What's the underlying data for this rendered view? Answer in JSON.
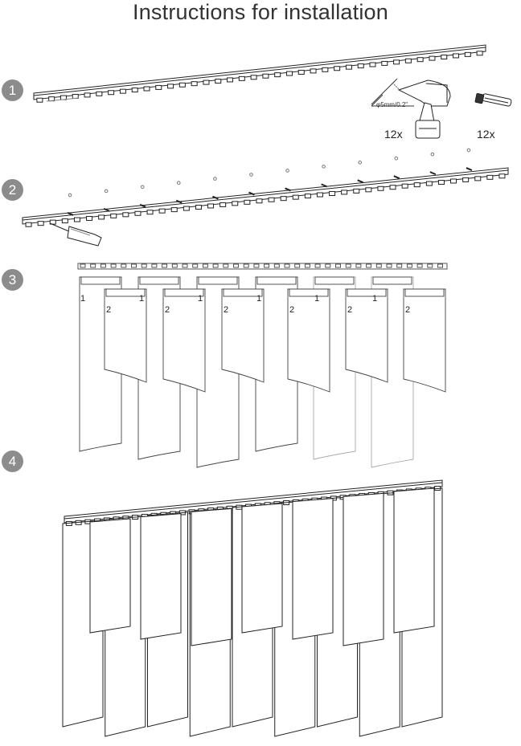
{
  "title": "Instructions for installation",
  "steps": [
    {
      "number": "1"
    },
    {
      "number": "2"
    },
    {
      "number": "3"
    },
    {
      "number": "4"
    }
  ],
  "drill": {
    "spec": "φ5mm/0.2\"",
    "quantity": "12x"
  },
  "anchor": {
    "quantity": "12x"
  },
  "strip_labels": {
    "front": "1",
    "back": "2"
  }
}
